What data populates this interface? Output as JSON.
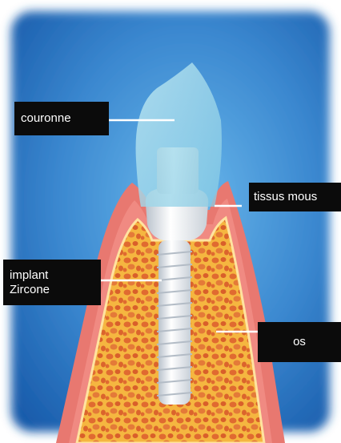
{
  "labels": {
    "crown": "couronne",
    "soft_tissue": "tissus mous",
    "implant_line1": "implant",
    "implant_line2": "Zircone",
    "bone": "os"
  },
  "colors": {
    "background_edge": "#ffffff",
    "blue_dark": "#1658a8",
    "blue_light": "#5fb0e8",
    "gum": "#e87870",
    "bone_fill": "#f3b23a",
    "bone_cells": "#e0662e",
    "implant": "#e8ecf0",
    "crown": "#a6dcec",
    "label_bg": "#0b0b0b",
    "label_text": "#ffffff",
    "leader_line": "#ffffff"
  }
}
